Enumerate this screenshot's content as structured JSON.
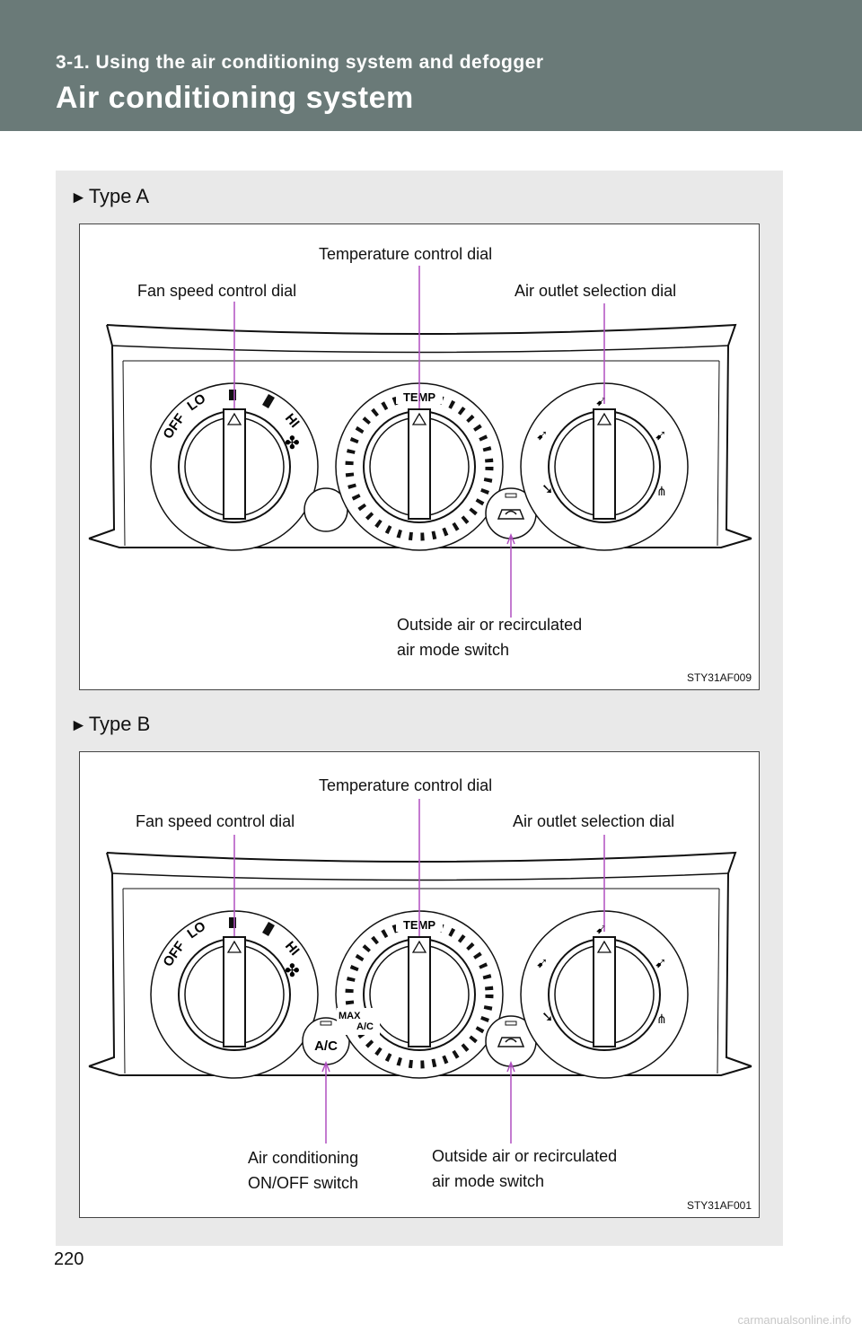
{
  "header": {
    "section": "3-1. Using the air conditioning system and defogger",
    "title": "Air conditioning system"
  },
  "figures": [
    {
      "type_label": "Type A",
      "callouts": {
        "temperature": "Temperature control dial",
        "fan": "Fan speed control dial",
        "outlet": "Air outlet selection dial",
        "recirc_line1": "Outside   air   or   recirculated",
        "recirc_line2": "air mode switch"
      },
      "figure_id": "STY31AF009"
    },
    {
      "type_label": "Type B",
      "callouts": {
        "temperature": "Temperature control dial",
        "fan": "Fan speed control dial",
        "outlet": "Air outlet selection dial",
        "ac_line1": "Air conditioning",
        "ac_line2": "ON/OFF switch",
        "recirc_line1": "Outside   air   or   recirculated",
        "recirc_line2": "air mode switch"
      },
      "figure_id": "STY31AF001"
    }
  ],
  "dial_markings": {
    "fan_off": "OFF",
    "fan_lo": "LO",
    "fan_hi": "HI",
    "temp": "TEMP",
    "max_line1": "MAX",
    "max_line2": "A/C",
    "ac_button": "A/C"
  },
  "page_number": "220",
  "watermark": "carmanualsonline.info",
  "colors": {
    "header": "#6a7a78",
    "panel": "#e9e9e9",
    "leader": "#b04fc0"
  }
}
